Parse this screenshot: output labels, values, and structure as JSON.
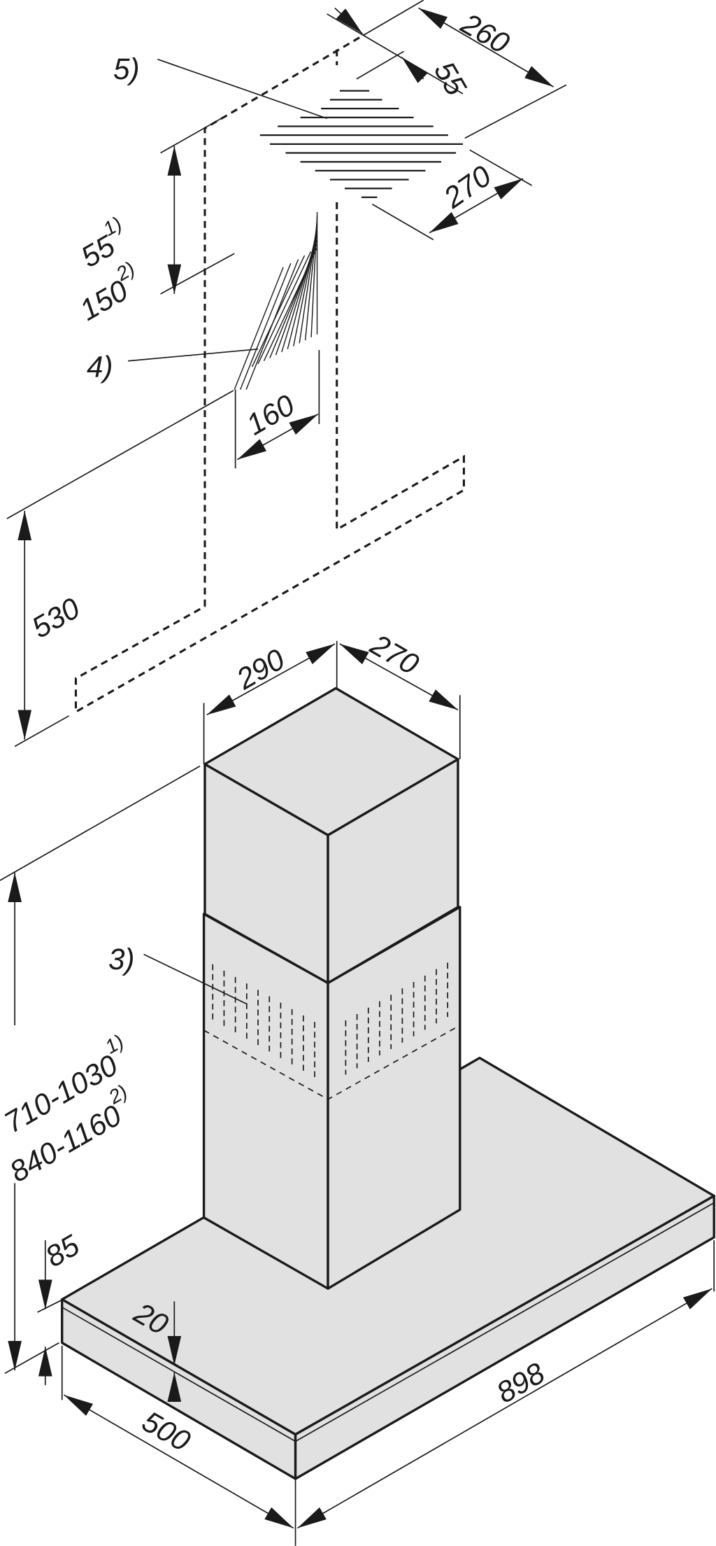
{
  "drawing": {
    "callouts": {
      "c3": "3)",
      "c4": "4)",
      "c5": "5)"
    },
    "dimensions": {
      "vent_depth_top": "260",
      "vent_offset": "55",
      "duct_height_1": "55",
      "duct_height_1_note": "1)",
      "duct_height_2": "150",
      "duct_height_2_note": "2)",
      "vent_width": "270",
      "cutout_width": "160",
      "wall_height": "530",
      "chimney_width": "290",
      "chimney_depth": "270",
      "total_height_1": "710-1030",
      "total_height_1_note": "1)",
      "total_height_2": "840-1160",
      "total_height_2_note": "2)",
      "canopy_height": "85",
      "canopy_edge": "20",
      "hood_width": "898",
      "hood_depth": "500"
    }
  }
}
